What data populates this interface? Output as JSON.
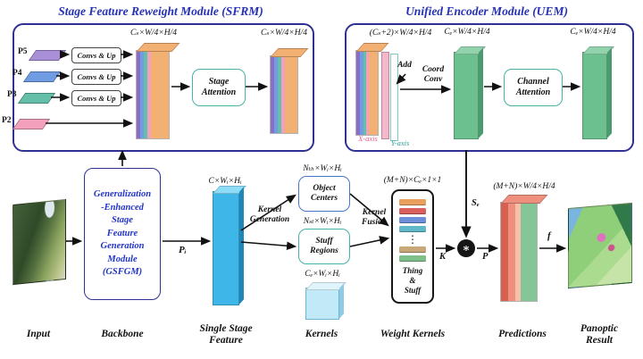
{
  "palette": {
    "module_border": "#2e3192",
    "title_blue": "#2531b4",
    "attention_teal": "#46b3a5",
    "stack_orange": "#f2b173",
    "feature_blue": "#3fb6e8",
    "encoder_green": "#6cbf8f",
    "x_axis_pink": "#e8608a",
    "y_axis_teal": "#2fa396",
    "prediction_red": "#d95f52"
  },
  "sfrm": {
    "title": "Stage Feature Reweight Module (SFRM)",
    "stack_in_label": "Cₛ×W/4×H/4",
    "stack_out_label": "Cₛ×W/4×H/4",
    "attention_label": "Stage\nAttention",
    "levels": [
      {
        "name": "P5",
        "op": "Convs & Up"
      },
      {
        "name": "P4",
        "op": "Convs & Up"
      },
      {
        "name": "P3",
        "op": "Convs & Up"
      },
      {
        "name": "P2",
        "op": ""
      }
    ]
  },
  "uem": {
    "title": "Unified Encoder Module (UEM)",
    "in_label": "(Cₛ+2)×W/4×H/4",
    "add_label": "Add",
    "x_axis_label": "X-axis",
    "y_axis_label": "Y-axis",
    "coord_conv_label": "Coord\nConv",
    "mid_label": "Cₑ×W/4×H/4",
    "attention_label": "Channel\nAttention",
    "out_label": "Cₑ×W/4×H/4"
  },
  "pipeline": {
    "gsfgm_label": "Generalization\n-Enhanced\nStage\nFeature\nGeneration\nModule\n(GSFGM)",
    "p_i_label": "Pᵢ",
    "feature_dim": "C×Wᵢ×Hᵢ",
    "kernel_generation_label": "Kernel\nGeneration",
    "object_centers_dim": "Nₜₕ×Wᵢ×Hᵢ",
    "object_centers_label": "Object\nCenters",
    "stuff_regions_dim": "Nₛₜ×Wᵢ×Hᵢ",
    "stuff_regions_label": "Stuff\nRegions",
    "kernels_dim": "Cₑ×Wᵢ×Hᵢ",
    "kernel_fusion_label": "Kernel\nFusion",
    "weight_kernels_dim": "(M+N)×Cₑ×1×1",
    "dots": "⋮",
    "thing_stuff_label": "Thing\n&\nStuff",
    "k_label": "K",
    "s_e_label": "Sₑ",
    "conv_symbol": "∗",
    "p_label": "P",
    "predictions_dim": "(M+N)×W/4×H/4",
    "f_label": "f"
  },
  "captions": {
    "input": "Input",
    "backbone": "Backbone",
    "single_stage_feature": "Single Stage\nFeature",
    "kernels": "Kernels",
    "weight_kernels": "Weight Kernels",
    "predictions": "Predictions",
    "panoptic_result": "Panoptic\nResult"
  }
}
